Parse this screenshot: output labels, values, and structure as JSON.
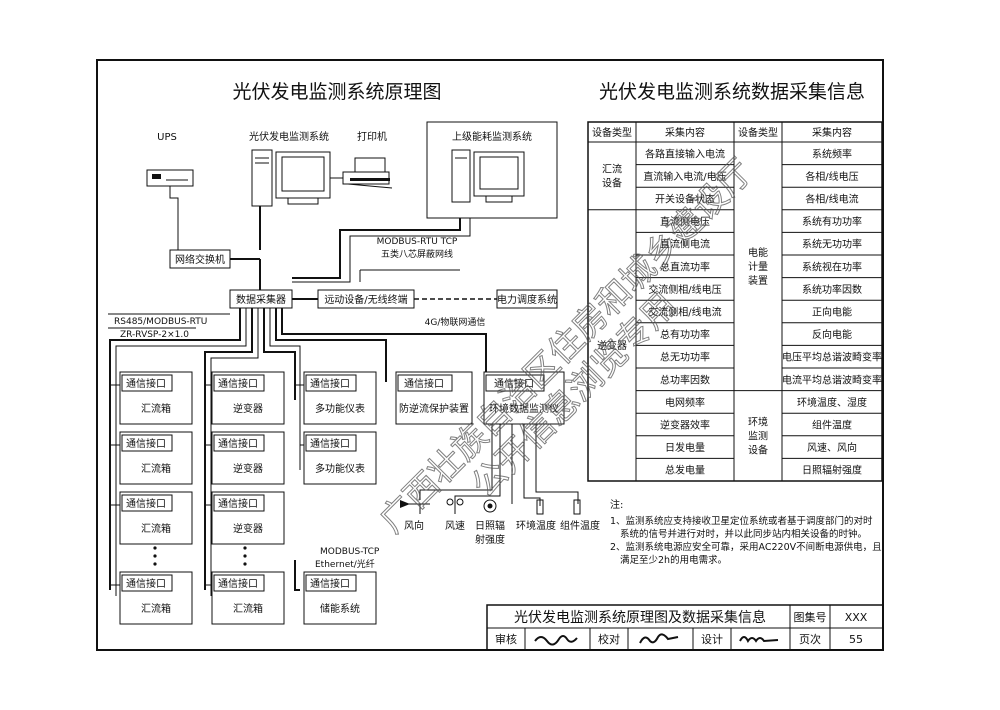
{
  "left_title": "光伏发电监测系统原理图",
  "right_title": "光伏发电监测系统数据采集信息",
  "devices": {
    "ups": "UPS",
    "monitor_pc": "光伏发电监测系统",
    "printer": "打印机",
    "upper_system": "上级能耗监测系统",
    "switch": "网络交换机",
    "collector": "数据采集器",
    "remote": "远动设备/无线终端",
    "dispatch": "电力调度系统"
  },
  "links": {
    "modbus_tcp": "MODBUS-RTU TCP",
    "cable5": "五类八芯屏蔽网线",
    "rs485": "RS485/MODBUS-RTU",
    "zr": "ZR-RVSP-2×1.0",
    "g4": "4G/物联网通信",
    "modbus_tcp2": "MODBUS-TCP",
    "ethernet": "Ethernet/光纤"
  },
  "port_label": "通信接口",
  "columns": {
    "col1": [
      "汇流箱",
      "汇流箱",
      "汇流箱",
      "汇流箱"
    ],
    "col2": [
      "逆变器",
      "逆变器",
      "逆变器",
      "汇流箱"
    ],
    "col3": [
      "多功能仪表",
      "多功能仪表",
      "储能系统"
    ],
    "col4": [
      "防逆流保护装置"
    ],
    "col5": [
      "环境数据监测仪"
    ]
  },
  "sensors": [
    "风向",
    "风速",
    "日照辐\n射强度",
    "环境温度",
    "组件温度"
  ],
  "table": {
    "headers": [
      "设备类型",
      "采集内容",
      "设备类型",
      "采集内容"
    ],
    "left_groups": [
      {
        "type": "汇流\n设备",
        "items": [
          "各路直接输入电流",
          "直流输入电流/电压",
          "开关设备状态"
        ]
      },
      {
        "type": "逆变器",
        "items": [
          "直流侧电压",
          "直流侧电流",
          "总直流功率",
          "交流侧相/线电压",
          "交流侧相/线电流",
          "总有功功率",
          "总无功功率",
          "总功率因数",
          "电网频率",
          "逆变器效率",
          "日发电量",
          "总发电量"
        ]
      }
    ],
    "right_groups": [
      {
        "type": "电能\n计量\n装置",
        "items": [
          "系统频率",
          "各相/线电压",
          "各相/线电流",
          "系统有功功率",
          "系统无功功率",
          "系统视在功率",
          "系统功率因数",
          "正向电能",
          "反向电能",
          "电压平均总谐波畸变率",
          "电流平均总谐波畸变率"
        ]
      },
      {
        "type": "环境\n监测\n设备",
        "items": [
          "环境温度、湿度",
          "组件温度",
          "风速、风向",
          "日照辐射强度"
        ]
      }
    ]
  },
  "notes": {
    "head": "注:",
    "lines": [
      "1、监测系统应支持接收卫星定位系统或者基于调度部门的对时",
      "系统的信号并进行对时，并以此同步站内相关设备的时钟。",
      "2、监测系统电源应安全可靠，采用AC220V不间断电源供电，且",
      "满足至少2h的用电需求。"
    ]
  },
  "title_block": {
    "title": "光伏发电监测系统原理图及数据采集信息",
    "fig_label": "图集号",
    "fig_value": "XXX",
    "review": "审核",
    "check": "校对",
    "design": "设计",
    "page_label": "页次",
    "page_value": "55"
  },
  "watermark": [
    "广西壮族自治区住房和城乡建设厅",
    "公开信息浏览专用"
  ]
}
